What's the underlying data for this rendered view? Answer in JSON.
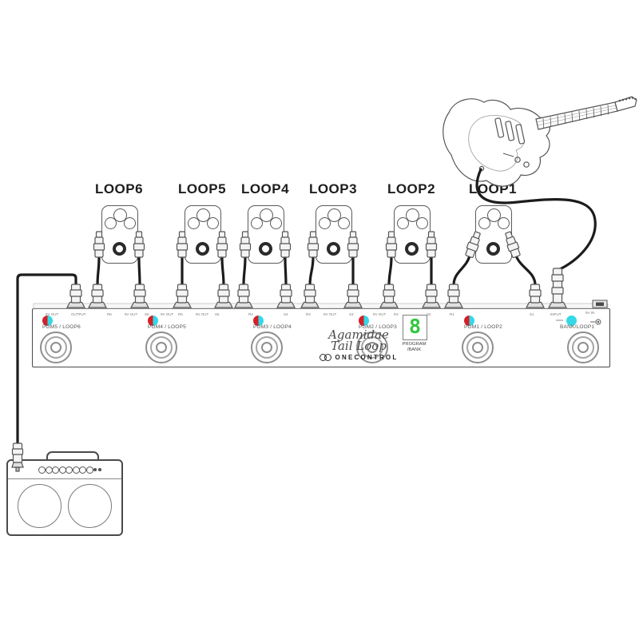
{
  "loops": [
    "LOOP6",
    "LOOP5",
    "LOOP4",
    "LOOP3",
    "LOOP2",
    "LOOP1"
  ],
  "unit": {
    "brand_script_line1": "Agamidae",
    "brand_script_line2": "Tail Loop",
    "brand_logo": "ONECONTROL",
    "display_value": "8",
    "display_caption_line1": "PROGRAM",
    "display_caption_line2": "/BANK",
    "power_label": "9V IN",
    "footswitches": [
      "PGM5 / LOOP6",
      "PGM4 / LOOP5",
      "PGM3 / LOOP4",
      "PGM2 / LOOP3",
      "PGM1 / LOOP2",
      "BANK/LOOP1"
    ],
    "jack_labels": [
      "9V OUT",
      "OUTPUT",
      "R6",
      "9V OUT",
      "S6",
      "9V OUT",
      "R5",
      "9V OUT",
      "S5",
      "R4",
      "S4",
      "R3",
      "9V OUT",
      "S3",
      "9V OUT",
      "R2",
      "S2",
      "R1",
      "S1",
      "INPUT"
    ]
  },
  "colors": {
    "led_red": "#d42028",
    "led_cyan": "#35d8e6",
    "display_green": "#2fc83e"
  }
}
